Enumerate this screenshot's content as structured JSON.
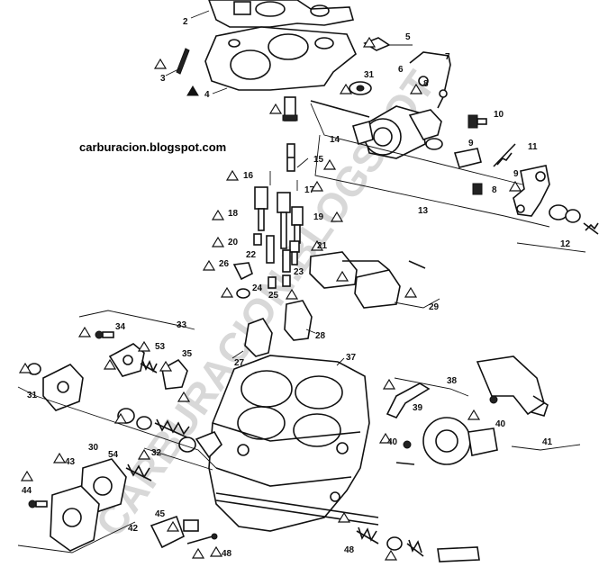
{
  "source_text": "carburacion.blogspot.com",
  "watermark": "CARBURACION.BLOGSPOT",
  "part_numbers": [
    "2",
    "3",
    "4",
    "5",
    "6",
    "7",
    "8",
    "9",
    "10",
    "11",
    "12",
    "13",
    "14",
    "15",
    "16",
    "17",
    "18",
    "19",
    "20",
    "21",
    "22",
    "23",
    "24",
    "25",
    "26",
    "27",
    "28",
    "29",
    "30",
    "31",
    "32",
    "33",
    "34",
    "35",
    "37",
    "38",
    "39",
    "40",
    "41",
    "42",
    "43",
    "44",
    "45",
    "48",
    "53",
    "54"
  ]
}
